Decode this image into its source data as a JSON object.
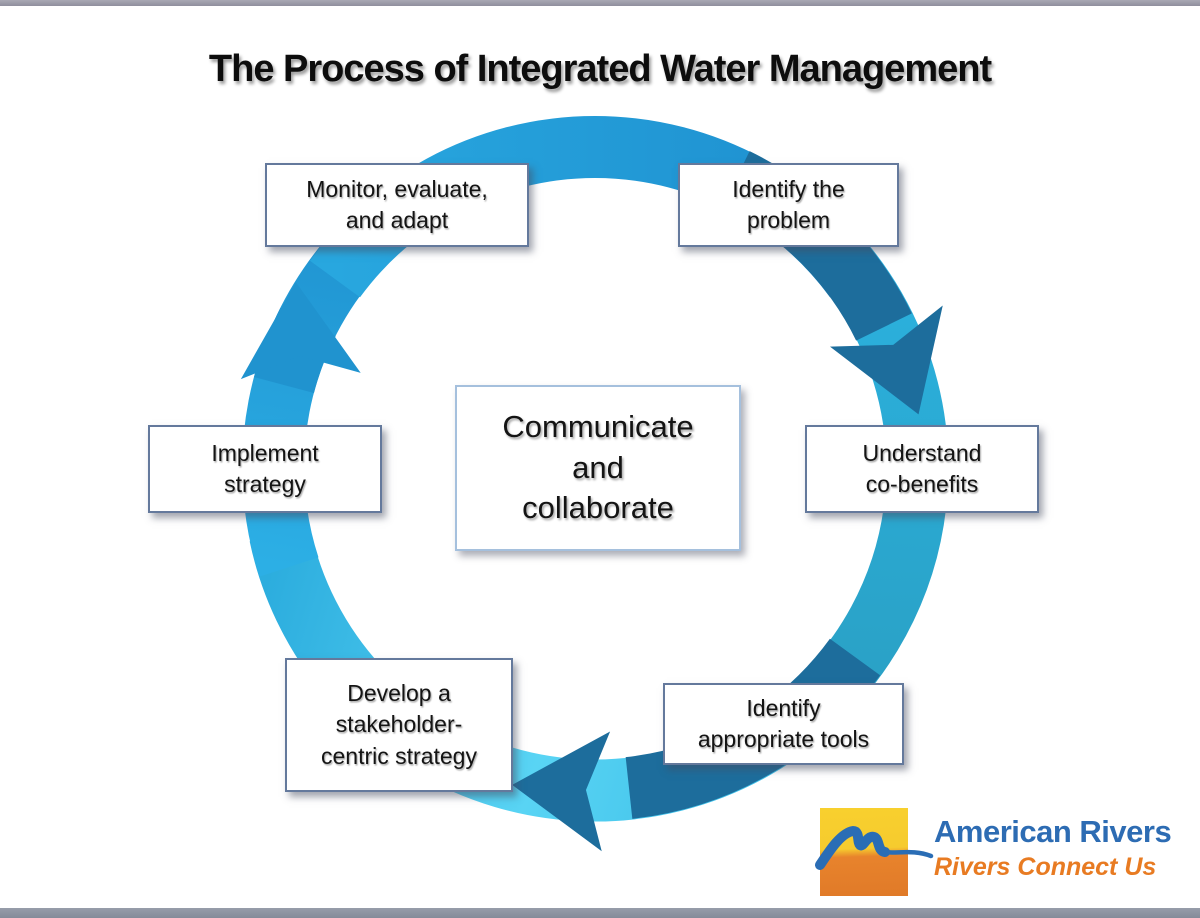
{
  "title": "The Process of Integrated Water Management",
  "cycle": {
    "center_label": "Communicate\nand\ncollaborate",
    "steps": {
      "identify_problem": "Identify the\nproblem",
      "understand_cobenefits": "Understand\nco-benefits",
      "identify_tools": "Identify\nappropriate tools",
      "develop_strategy": "Develop a\nstakeholder-\ncentric strategy",
      "implement_strategy": "Implement\nstrategy",
      "monitor_adapt": "Monitor, evaluate,\nand adapt"
    }
  },
  "logo": {
    "name": "American Rivers",
    "tagline": "Rivers Connect Us"
  },
  "colors": {
    "ring_blue_top": "#2095d3",
    "ring_teal_right": "#2aa6cd",
    "ring_light_bottom": "#55d2f3",
    "ring_cyan_left": "#2aa9e3",
    "arrow_dark": "#1d6d9c",
    "logo_blue": "#2d6cb3",
    "logo_orange": "#e87b22",
    "logo_square_yellow": "#f8d02e",
    "logo_square_orange": "#e8832c"
  }
}
